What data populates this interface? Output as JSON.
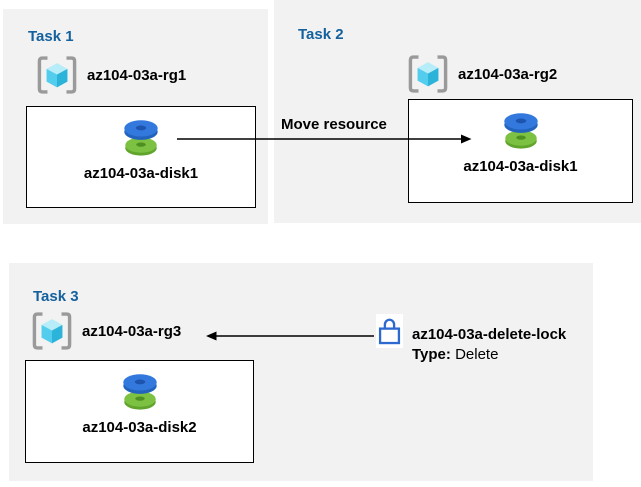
{
  "diagram": {
    "tasks": [
      {
        "title": "Task 1",
        "resource_group": "az104-03a-rg1",
        "resource": "az104-03a-disk1"
      },
      {
        "title": "Task 2",
        "resource_group": "az104-03a-rg2",
        "resource": "az104-03a-disk1"
      },
      {
        "title": "Task 3",
        "resource_group": "az104-03a-rg3",
        "resource": "az104-03a-disk2"
      }
    ],
    "move_arrow_label": "Move resource",
    "lock": {
      "name": "az104-03a-delete-lock",
      "type_label": "Type:",
      "type_value": "Delete"
    }
  },
  "icons": {
    "resource_group": "azure-resource-group-icon",
    "disk": "azure-managed-disk-icon",
    "lock": "delete-lock-icon",
    "move_arrow": "right-arrow",
    "lock_arrow": "left-arrow"
  },
  "colors": {
    "panel_bg": "#f2f2f2",
    "box_bg": "#ffffff",
    "box_border": "#000000",
    "title_blue": "#14619e",
    "text": "#000000",
    "arrow": "#000000",
    "bracket_gray": "#9a9a9a",
    "cube_top": "#b7ecf9",
    "cube_left": "#53cdee",
    "cube_right": "#2cb3da",
    "disk_blue_top": "#3379dd",
    "disk_blue_side": "#2263bd",
    "disk_blue_hole": "#1c54ae",
    "disk_green_top": "#7cc142",
    "disk_green_side": "#60a42c",
    "disk_green_hole": "#4f8f22",
    "lock_blue": "#2d6ad0",
    "lock_bg": "#ffffff"
  }
}
